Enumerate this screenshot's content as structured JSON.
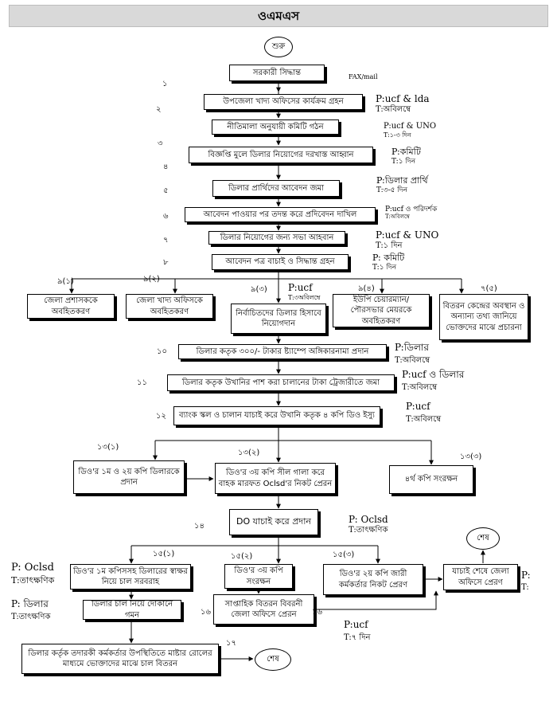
{
  "title": "ওএমএস",
  "start_label": "শুরু",
  "end_label": "শেষ",
  "fax_note": "FAX/mail",
  "steps": {
    "s1": {
      "num": "১",
      "text": "সরকারী সিদ্ধান্ত"
    },
    "s2": {
      "num": "২",
      "text": "উপজেলা খাদ্য অফিসের কার্যক্রম গ্রহন"
    },
    "s2b": {
      "text": "নীতিমালা অনুযায়ী কমিটি গঠন"
    },
    "s3": {
      "num": "৩",
      "text": "বিজ্ঞপ্তি মুলে ডিলার নিয়োগের দরখাস্ত আহ্বান"
    },
    "s4": {
      "num": "৪"
    },
    "s5": {
      "num": "৫",
      "text": "ডিলার প্রার্থিদের আবেদন জমা"
    },
    "s6": {
      "num": "৬",
      "text": "আবেদন পাওয়ার পর তদন্ত করে প্রদিবেদন দাখিল"
    },
    "s7": {
      "num": "৭",
      "text": "ডিলার নিয়োগের জন্য সভা আহবান"
    },
    "s8": {
      "num": "৮",
      "text": "আবেদন পত্র বাচাই ও সিদ্ধান্ত গ্রহন"
    },
    "s9_1": {
      "num": "৯(১)",
      "text": "জেলা প্রশাসককে অবহিতকরণ"
    },
    "s9_2": {
      "num": "৯(২)",
      "text": "জেলা খাদ্য অফিসকে অবহিতকরণ"
    },
    "s9_3": {
      "num": "৯(৩)",
      "text": "নির্বাচিতদের ডিলার হিসাবে নিয়োগদান"
    },
    "s9_4": {
      "num": "৯(৪)",
      "text": "ইউপি চেয়ারম্যান/ পৌরসভার মেয়রকে অবহিতকরণ"
    },
    "s9_5": {
      "num": "৭(৫)",
      "text": "বিতরন কেন্দ্রের অবস্থান ও অন্যান্য তথ্য জানিয়ে ভোক্তদের মাঝে প্রচারনা"
    },
    "s10": {
      "num": "১০",
      "text": "ডিলার কতৃক ৩০০/- টাকার ষ্ট্যাম্পে অঙ্গিকারনামা প্রদান"
    },
    "s11": {
      "num": "১১",
      "text": "ডিলার কতৃক উখানির পাশ করা চালানের টাকা ট্রেজারীতে জমা"
    },
    "s12": {
      "num": "১২",
      "text": "ব্যাংক স্কল ও চালান যাচাই করে উখানি কতৃক ৪ কপি ডিও ইস্যু"
    },
    "s13_1": {
      "num": "১৩(১)",
      "text": "ডিও'র ১ম ও ২য় কপি ডিলারকে প্রদান"
    },
    "s13_2": {
      "num": "১৩(২)",
      "text": "ডিও'র ৩য় কপি সীল গালা করে বাহক মারফত Oclsd'র নিকট প্রেরন"
    },
    "s13_3": {
      "num": "১৩(৩)",
      "text": "৪র্থ কপি সংরক্ষন"
    },
    "s14": {
      "num": "১৪",
      "text": "DO যাচাই করে প্রদান"
    },
    "s15_1": {
      "num": "১৫(১)",
      "text": "ডিও'র ১ম কপিসসহ ডিলারের স্বাক্ষর নিয়ে চাল সরবরাহ"
    },
    "s15_2": {
      "num": "১৫(২)",
      "text": "ডিও'র ৩য় কপি সংরক্ষন"
    },
    "s15_3": {
      "num": "১৫(৩)",
      "text": "ডিও'র ২য় কপি জারী কর্মকর্তার নিকট প্রেরণ"
    },
    "s15_4": {
      "text": "যাচাই শেষে জেলা অফিসে প্রেরণ"
    },
    "s15_5": {
      "text": "ডিলার চাল নিয়ে দোকানে গমন"
    },
    "s16": {
      "num": "১৬",
      "num2": "১৬",
      "text": "সাপ্তাহিক বিতরন বিবরনী জেলা অফিসে প্রেরন"
    },
    "s17": {
      "num": "১৭",
      "text": "ডিলার কর্তৃক তদারকী কর্মকর্তার উপস্থিতিতে মাষ্টার রোলের মাধ্যমে ভোক্তাদের মাঝে চাল বিতরন"
    }
  },
  "notes": {
    "n2": {
      "p": "P:ucf & lda",
      "t": "T:অবিলম্বে"
    },
    "n2b": {
      "p": "P:ucf & UNO",
      "t": "T:১-৩ দিন"
    },
    "n3": {
      "p": "P:কমিটি",
      "t": "T:১ দিন"
    },
    "n5": {
      "p": "P:ডিলার প্রার্থি",
      "t": "T:৩-৫ দিন"
    },
    "n6": {
      "p": "P:ucf ও পরিদর্শক",
      "t": "T:অবিলম্বে"
    },
    "n7": {
      "p": "P:ucf & UNO",
      "t": "T:১ দিন"
    },
    "n8": {
      "p": "P: কমিটি",
      "t": "T:১ দিন"
    },
    "n9": {
      "p": "P:ucf",
      "t": "T:৩অবিলম্বে"
    },
    "n10": {
      "p": "P:ডিলার",
      "t": "T:অবিলম্বে"
    },
    "n11": {
      "p": "P:ucf ও ডিলার",
      "t": "T:অবিলম্বে"
    },
    "n12": {
      "p": "P:ucf",
      "t": "T:অবিলম্বে"
    },
    "n14": {
      "p": "P: Oclsd",
      "t": "T:তাৎক্ষণিক"
    },
    "n15": {
      "p": "P: Oclsd",
      "t": "T:তাৎক্ষণিক"
    },
    "n15b": {
      "p": "P: ডিলার",
      "t": "T:তাৎক্ষণিক"
    },
    "n16": {
      "p": "P:ucf",
      "t": "T:৭ দিন"
    },
    "n_edge": {
      "p": "P:",
      "t": "T:"
    }
  }
}
